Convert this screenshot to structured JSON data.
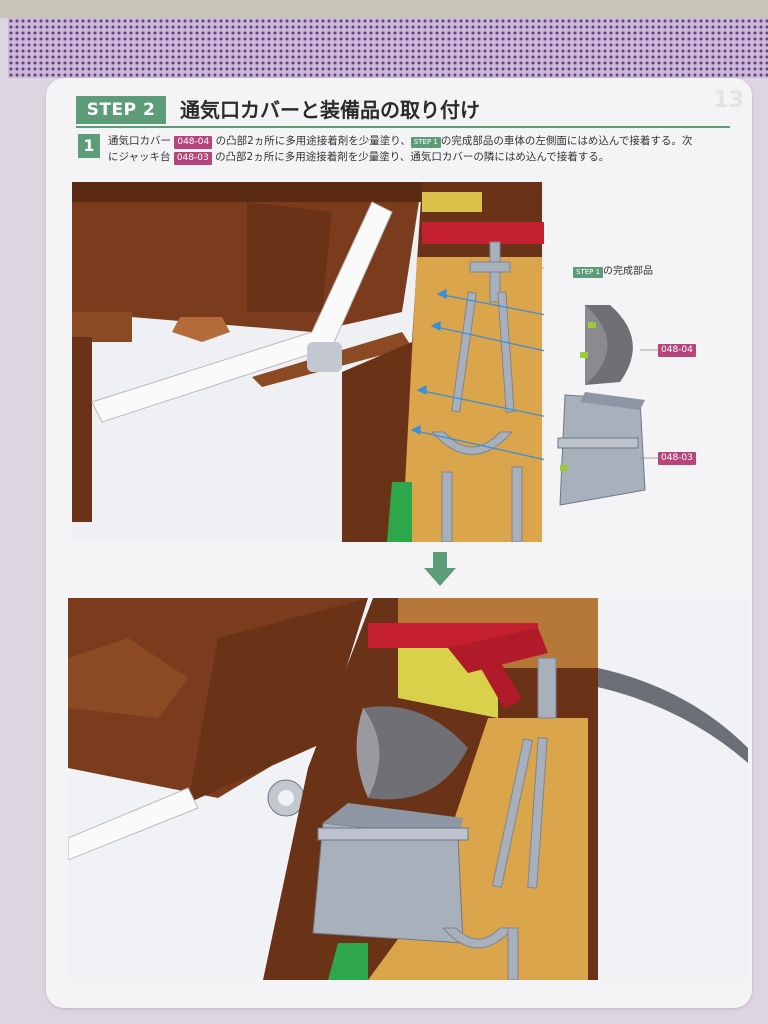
{
  "step": {
    "badge": "STEP 2",
    "title": "通気口カバーと装備品の取り付け"
  },
  "instruction": {
    "number": "1",
    "t1": "通気口カバー",
    "tag_cover": "048-04",
    "t2": "の凸部2ヵ所に多用途接着剤を少量塗り、",
    "tag_step1": "STEP 1",
    "t3": "の完成部品の車体の左側面にはめ込んで接着する。次",
    "t4": "にジャッキ台",
    "tag_jack": "048-03",
    "t5": "の凸部2ヵ所に多用途接着剤を少量塗り、通気口カバーの隣にはめ込んで接着する。"
  },
  "callouts": {
    "step1_tag": "STEP 1",
    "step1_text": "の完成部品",
    "part_cover": "048-04",
    "part_jack": "048-03"
  },
  "colors": {
    "step_green": "#5c9c78",
    "part_pink": "#b8457a",
    "arrow_blue": "#3a8fd6",
    "hull_brown": "#7a3c1d",
    "deck_tan": "#d9a24a",
    "tool_gray": "#a8b0bc",
    "bracket_red": "#c5202f"
  },
  "icons": {
    "down_arrow": "down-arrow-icon"
  }
}
